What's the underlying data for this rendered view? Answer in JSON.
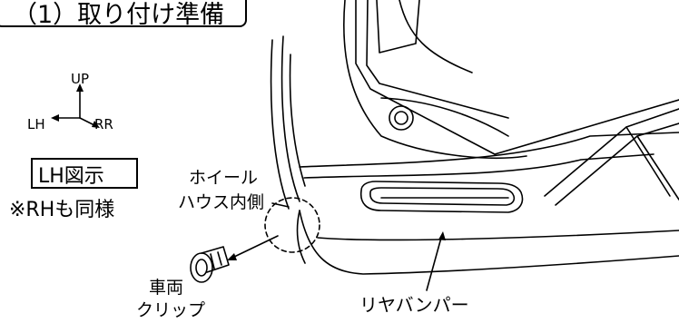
{
  "title": "（1）取り付け準備",
  "direction": {
    "up": "UP",
    "left": "LH",
    "right": "RR"
  },
  "view_label": "LH図示",
  "rh_note": "※RHも同様",
  "wheel_house_label": {
    "line1": "ホイール",
    "line2": "ハウス内側"
  },
  "clip_label": {
    "line1": "車両",
    "line2": "クリップ"
  },
  "bumper_label": "リヤバンパー"
}
